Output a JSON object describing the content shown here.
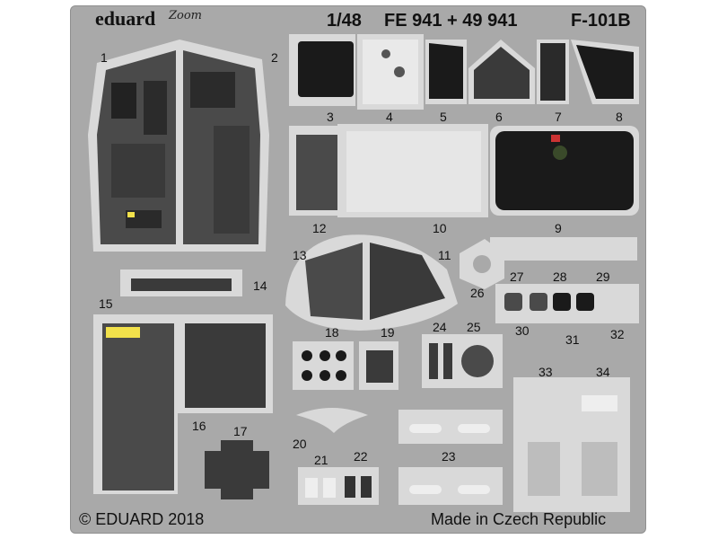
{
  "header": {
    "brand": "eduard",
    "series_logo": "Zoom",
    "scale": "1/48",
    "codes": "FE 941 + 49 941",
    "model": "F-101B"
  },
  "footer": {
    "copyright": "© EDUARD 2018",
    "origin": "Made in Czech Republic"
  },
  "part_numbers": [
    "1",
    "2",
    "3",
    "4",
    "5",
    "6",
    "7",
    "8",
    "9",
    "10",
    "11",
    "12",
    "13",
    "14",
    "15",
    "16",
    "17",
    "18",
    "19",
    "20",
    "21",
    "22",
    "23",
    "24",
    "25",
    "26",
    "27",
    "28",
    "29",
    "30",
    "31",
    "32",
    "33",
    "34"
  ],
  "colors": {
    "fret": "#a9a9a9",
    "panel": "#4a4a4a",
    "panel_dark": "#1a1a1a",
    "frame": "#d9d9d9",
    "accent_yellow": "#f2e14b",
    "accent_red": "#cc3333"
  }
}
